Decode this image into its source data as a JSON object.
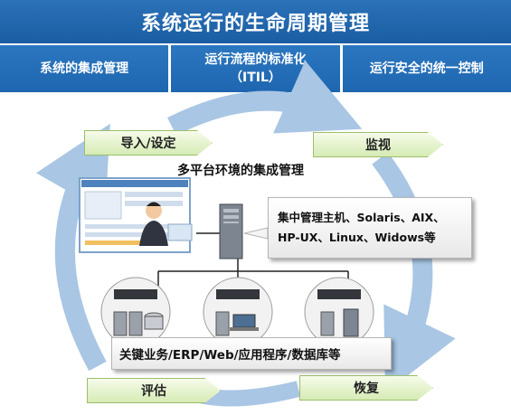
{
  "title": "系统运行的生命周期管理",
  "pillars": [
    {
      "line1": "系统的集成管理",
      "line2": ""
    },
    {
      "line1": "运行流程的标准化",
      "line2": "（ITIL）"
    },
    {
      "line1": "运行安全的统一控制",
      "line2": ""
    }
  ],
  "stages": {
    "import": "导入/设定",
    "monitor": "监视",
    "evaluate": "评估",
    "recover": "恢复"
  },
  "subheading": "多平台环境的集成管理",
  "host_callout": {
    "line1": "集中管理主机、Solaris、AIX、",
    "line2": "HP-UX、Linux、Widows等"
  },
  "app_callout": "关键业务/ERP/Web/应用程序/数据库等",
  "colors": {
    "header_blue": "#1a5da3",
    "stage_green": "#d6ebb5",
    "cycle_arrow": "#a9c6e4"
  },
  "icons": [
    "monitor-screen-icon",
    "operator-icon",
    "server-tower-icon",
    "server-rack-icon",
    "database-icon",
    "laptop-icon"
  ]
}
